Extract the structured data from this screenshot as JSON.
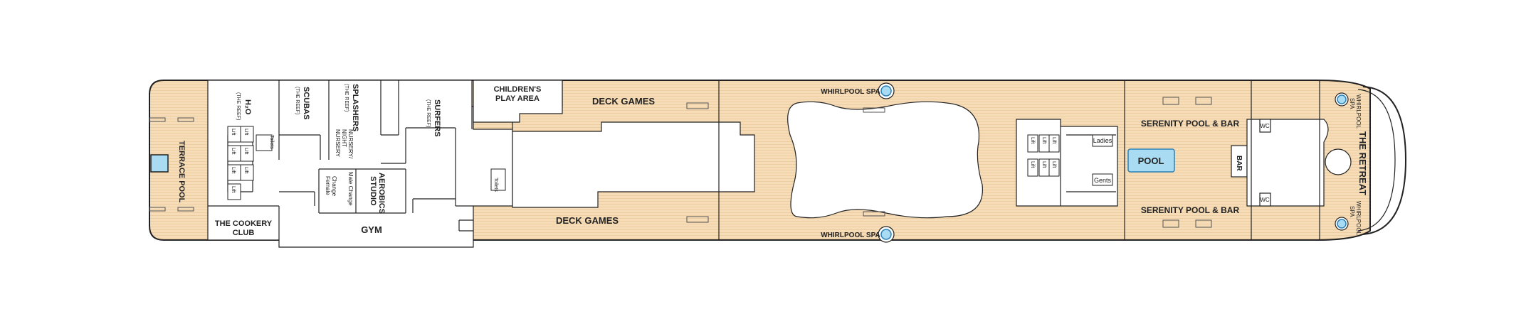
{
  "colors": {
    "deck": "#f6dcb7",
    "deck_lines": "#e7c597",
    "outline": "#222222",
    "pool_fill": "#a9dcf3",
    "pool_stroke": "#2a82b8",
    "room_fill": "#ffffff"
  },
  "labels": {
    "terrace_pool": "TERRACE POOL",
    "h2o": "H₂O",
    "the_reef_1": "(THE REEF)",
    "scubas": "SCUBAS",
    "the_reef_2": "(THE REEF)",
    "splashers": "SPLASHERS",
    "the_reef_3": "(THE REEF)",
    "surfers": "SURFERS",
    "the_reef_4": "(THE REEF)",
    "childrens_play_area_1": "CHILDREN'S",
    "childrens_play_area_2": "PLAY AREA",
    "nursery_night": "NURSERY/",
    "nursery_night_2": "NIGHT",
    "nursery_night_3": "NURSERY",
    "toilets_1": "Toilets",
    "toilets_2": "Toilets",
    "female_change_1": "Female",
    "female_change_2": "Change",
    "male_change": "Male Change",
    "aerobics_1": "AEROBICS",
    "aerobics_2": "STUDIO",
    "cookery_1": "THE COOKERY",
    "cookery_2": "CLUB",
    "gym": "GYM",
    "deck_games_top": "DECK GAMES",
    "deck_games_bottom": "DECK GAMES",
    "whirlpool_top": "WHIRLPOOL SPA",
    "whirlpool_bottom": "WHIRLPOOL SPA",
    "serenity_top": "SERENITY POOL & BAR",
    "serenity_bottom": "SERENITY POOL & BAR",
    "pool": "POOL",
    "bar": "BAR",
    "ladies": "Ladies",
    "gents": "Gents",
    "wc_top": "WC",
    "wc_bottom": "WC",
    "the_retreat": "THE RETREAT",
    "retreat_whirlpool_top": "WHIRLPOOL",
    "retreat_spa_top": "SPA",
    "retreat_whirlpool_bottom": "WHIRLPOOL",
    "retreat_spa_bottom": "SPA",
    "lift": "Lift"
  }
}
